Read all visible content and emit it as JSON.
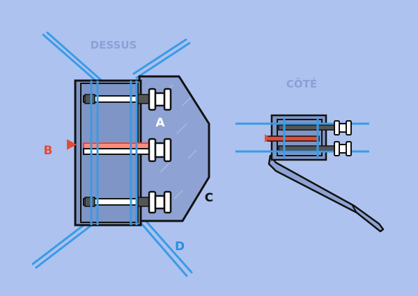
{
  "views": {
    "top": {
      "title": "DESSUS"
    },
    "side": {
      "title": "CÔTÉ"
    }
  },
  "labels": {
    "a": "A",
    "b": "B",
    "c": "C",
    "d": "D"
  },
  "colors": {
    "background": "#adc2ee",
    "plate": "#8ea3d3",
    "outline": "#111111",
    "frame": "#7f95c6",
    "rail": "#3a9be6",
    "rod": "#ffffff",
    "threaded_rod": "#555555",
    "highlight": "#e24b36",
    "text_light": "#8aa1d8",
    "text_white": "#ffffff",
    "text_black": "#111111",
    "text_blue": "#2b8ee0",
    "text_red": "#e24b36"
  }
}
